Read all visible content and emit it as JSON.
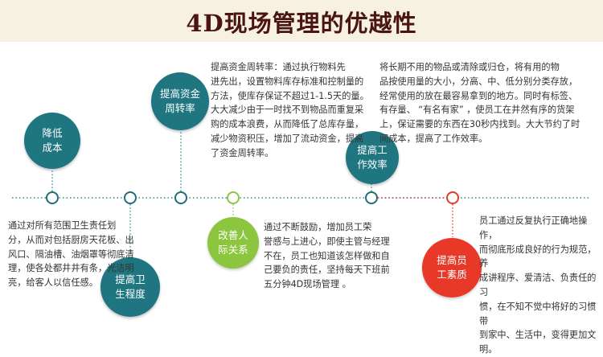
{
  "title": "4D现场管理的优越性",
  "colors": {
    "teal": "#1f7680",
    "green": "#8cc63f",
    "red": "#e83828",
    "timeline": "#2e8a94",
    "header_bg": "#f7f1e4"
  },
  "nodes": [
    {
      "label": "降低\n成本",
      "text": "通过对所有范围卫生责任划\n分，从而对包括厨房天花板、出\n风口、隔油槽、油烟罩等彻底清\n理，使各处都井井有条，光洁明\n亮，给客人以信任感。"
    },
    {
      "label": "提高卫\n生程度",
      "text": ""
    },
    {
      "label": "提高资金\n周转率",
      "text": "提高资金周转率：通过执行物料先\n进先出，设置物料库存标准和控制量的\n方法，使库存保证不超过1-1.5天的量。\n大大减少由于一时找不到物品而重复采\n购的成本浪费，从而降低了总库存量，\n减少物资积压，增加了流动资金，提高\n了资金周转率。"
    },
    {
      "label": "改善人\n际关系",
      "text": "通过不断鼓励，增加员工荣\n誉感与上进心，即使主管与经理\n不在，员工也知道该怎样做和自\n己要负的责任，坚持每天下班前\n五分钟4D现场管理 。"
    },
    {
      "label": "提高工\n作效率",
      "text": "将长期不用的物品或清除或归仓，将有用的物\n品按使用量的大小，分高、中、低分别分类存放，\n经常使用的放在最容易拿到的地方。同时有标签、\n有存量、 “有名有家” ，使员工在井然有序的货架\n上，保证需要的东西在30秒内找到。大大节约了时\n间成本，提高了工作效率。"
    },
    {
      "label": "提高员\n工素质",
      "text": "员工通过反复执行正确地操作，\n而彻底形成良好的行为规范，养\n成讲程序、爱清洁、负责任的习\n惯，在不知不觉中将好的习惯带\n到家中、生活中，变得更加文明。"
    }
  ]
}
